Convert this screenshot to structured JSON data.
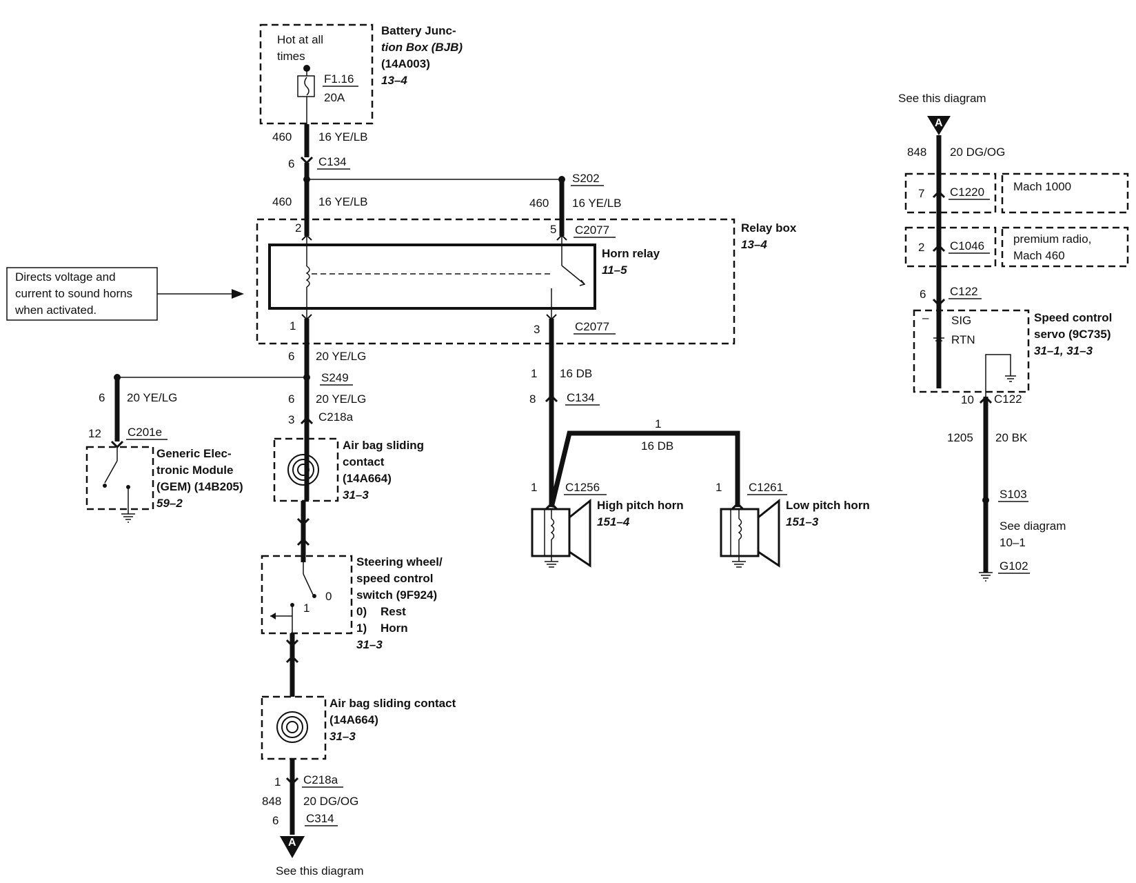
{
  "left_notes": {
    "note": [
      "Directs voltage and",
      "current to sound horns",
      "when activated."
    ]
  },
  "bjb": {
    "hot": [
      "Hot at all",
      "times"
    ],
    "fuse": "F1.16",
    "amps": "20A",
    "title": [
      "Battery Junc-",
      "tion Box (BJB)",
      "(14A003)"
    ],
    "ref": "13–4"
  },
  "wires": {
    "w460": "460",
    "w16yelb": "16 YE/LB",
    "pin6": "6",
    "c134": "C134",
    "w460b": "460",
    "w16yelb_b": "16 YE/LB",
    "s202": "S202",
    "w460c": "460",
    "w16yelb_c": "16 YE/LB"
  },
  "relay": {
    "pin2": "2",
    "pin5": "5",
    "c2077a": "C2077",
    "box_title": "Relay box",
    "box_ref": "13–4",
    "horn_relay": "Horn relay",
    "horn_ref": "11–5",
    "pin1": "1",
    "pin3": "3",
    "c2077b": "C2077"
  },
  "lower_left": {
    "p6a": "6",
    "w20yelg_a": "20 YE/LG",
    "s249": "S249",
    "p6b": "6",
    "w20yelg_b": "20 YE/LG",
    "p3": "3",
    "c218a": "C218a",
    "p6c": "6",
    "w20yelg_c": "20 YE/LG",
    "p12": "12",
    "c201e": "C201e",
    "gem": [
      "Generic Elec-",
      "tronic Module",
      "(GEM) (14B205)"
    ],
    "gem_ref": "59–2",
    "airbag1": [
      "Air bag sliding",
      "contact",
      "(14A664)"
    ],
    "airbag1_ref": "31–3",
    "swc": [
      "Steering wheel/",
      "speed control",
      "switch (9F924)"
    ],
    "swc_0": "0)",
    "swc_rest": "Rest",
    "swc_1": "1)",
    "swc_horn": "Horn",
    "swc_ref": "31–3",
    "sw_pos0": "0",
    "sw_pos1": "1",
    "airbag2": [
      "Air bag sliding contact",
      "(14A664)"
    ],
    "airbag2_ref": "31–3",
    "p1": "1",
    "c218a_b": "C218a",
    "w848": "848",
    "w20dgog": "20 DG/OG",
    "p6d": "6",
    "c314": "C314",
    "conn_a": "A",
    "see": "See this diagram"
  },
  "horns": {
    "p1a": "1",
    "w16db_a": "16 DB",
    "p8": "8",
    "c134": "C134",
    "p1b": "1",
    "w16db_b": "16 DB",
    "p1c": "1",
    "c1256": "C1256",
    "high": "High pitch horn",
    "high_ref": "151–4",
    "p1d": "1",
    "c1261": "C1261",
    "low": "Low pitch horn",
    "low_ref": "151–3"
  },
  "right": {
    "see": "See this diagram",
    "conn_a": "A",
    "w848": "848",
    "w20dgog": "20 DG/OG",
    "p7": "7",
    "c1220": "C1220",
    "mach1000": "Mach 1000",
    "p2": "2",
    "c1046": "C1046",
    "premium": [
      "premium radio,",
      "Mach 460"
    ],
    "p6": "6",
    "c122": "C122",
    "minus": "–",
    "sig": "SIG",
    "rtn": "RTN",
    "servo": [
      "Speed control",
      "servo (9C735)"
    ],
    "servo_ref": "31–1, 31–3",
    "p10": "10",
    "c122b": "C122",
    "w1205": "1205",
    "w20bk": "20 BK",
    "s103": "S103",
    "see_diag": [
      "See diagram",
      "10–1"
    ],
    "g102": "G102"
  }
}
